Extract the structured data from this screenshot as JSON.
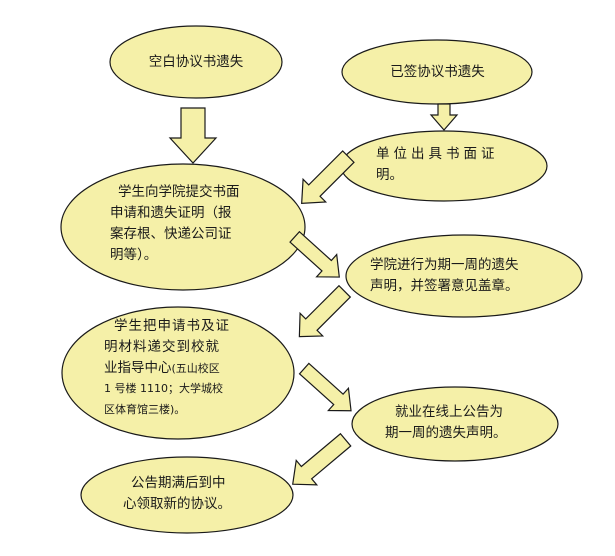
{
  "nodes": {
    "blank_lost": {
      "text": "空白协议书遗失"
    },
    "signed_lost": {
      "text": "已签协议书遗失"
    },
    "unit_proof": {
      "line1": "单位出具书面证",
      "line2": "明。"
    },
    "student_apply": {
      "line1": "学生向学院提交书面",
      "line2": "申请和遗失证明（报",
      "line3": "案存根、快递公司证",
      "line4": "明等）。"
    },
    "college_notice": {
      "line1": "学院进行为期一周的遗失",
      "line2": "声明，并签署意见盖章。"
    },
    "student_submit": {
      "line1": "学生把申请书及证",
      "line2": "明材料递交到校就",
      "line3a": "业指导中心",
      "line3b": "(五山校区",
      "line4": "1 号楼 1110；大学城校",
      "line5": "区体育馆三楼)。"
    },
    "online_notice": {
      "line1": "就业在线上公告为",
      "line2": "期一周的遗失声明。"
    },
    "collect_new": {
      "line1": "公告期满后到中",
      "line2": "心领取新的协议。"
    }
  },
  "colors": {
    "fill": "#f5f0a8",
    "stroke": "#1a1a1a"
  }
}
